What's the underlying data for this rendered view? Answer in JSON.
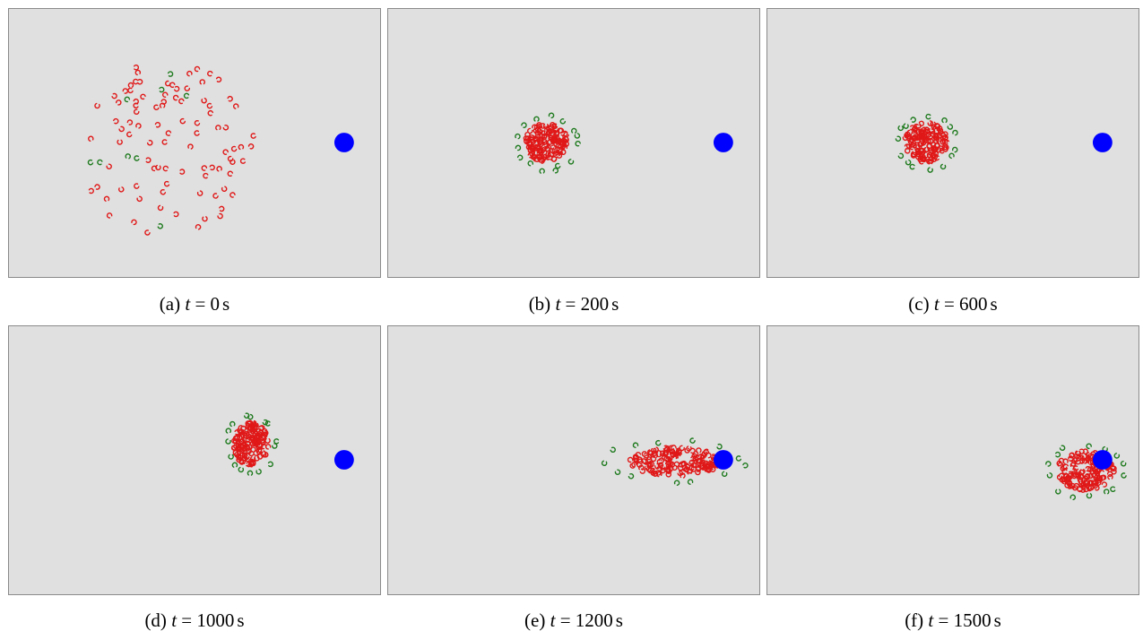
{
  "figure": {
    "colors": {
      "background": "#e0e0e0",
      "border": "#8a8a8a",
      "agent_primary": "#e01818",
      "agent_secondary": "#1f7a1f",
      "target": "#0000ff"
    },
    "icons": {
      "agent": "crescent-agent-icon",
      "target": "blue-disk-icon"
    },
    "panels": [
      {
        "label": "(a)",
        "var": "t",
        "eq": "=",
        "time": "0",
        "unit": "s",
        "state": "dispersed"
      },
      {
        "label": "(b)",
        "var": "t",
        "eq": "=",
        "time": "200",
        "unit": "s",
        "state": "aggregated"
      },
      {
        "label": "(c)",
        "var": "t",
        "eq": "=",
        "time": "600",
        "unit": "s",
        "state": "aggregated"
      },
      {
        "label": "(d)",
        "var": "t",
        "eq": "=",
        "time": "1000",
        "unit": "s",
        "state": "approaching"
      },
      {
        "label": "(e)",
        "var": "t",
        "eq": "=",
        "time": "1200",
        "unit": "s",
        "state": "elongated"
      },
      {
        "label": "(f)",
        "var": "t",
        "eq": "=",
        "time": "1500",
        "unit": "s",
        "state": "surrounding"
      }
    ]
  }
}
